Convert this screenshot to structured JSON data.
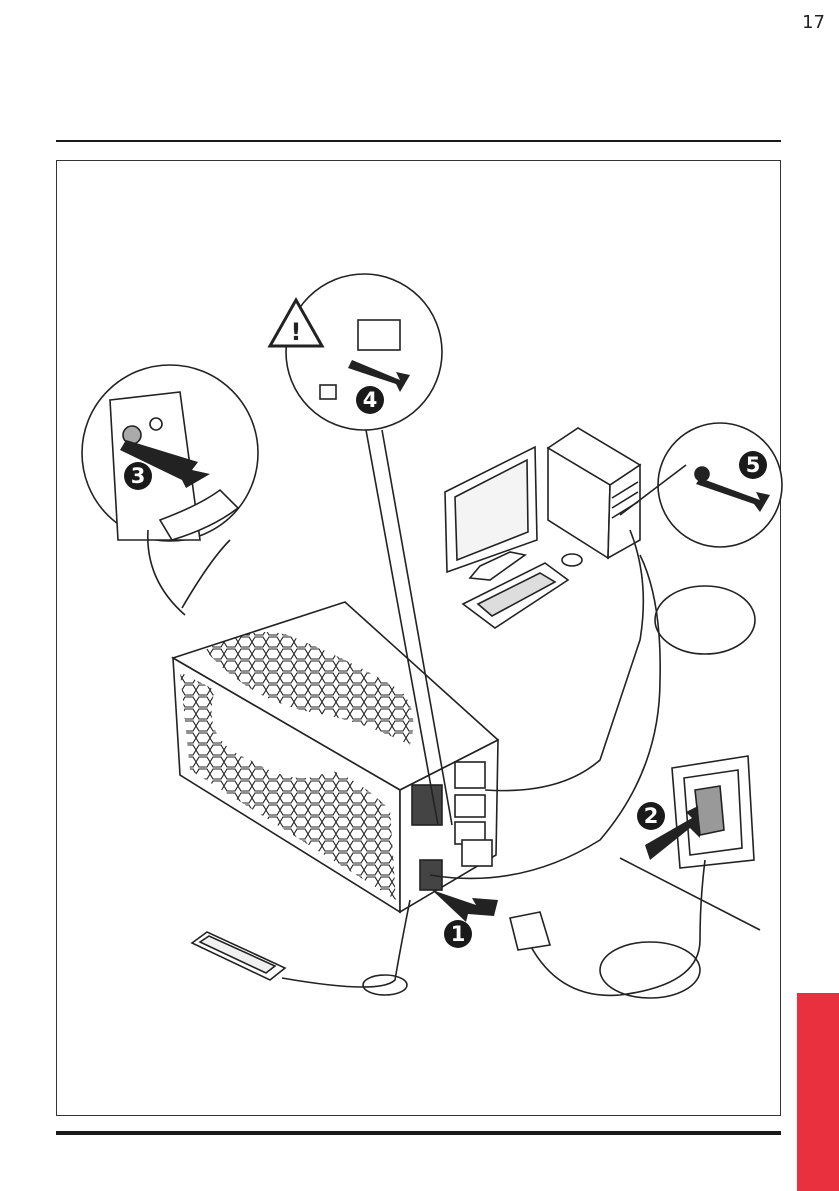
{
  "page": {
    "number": "17"
  },
  "side_tab": {
    "color": "#e8303f"
  },
  "figure": {
    "steps": [
      {
        "id": "1",
        "label": "1"
      },
      {
        "id": "2",
        "label": "2"
      },
      {
        "id": "3",
        "label": "3"
      },
      {
        "id": "4",
        "label": "4"
      },
      {
        "id": "5",
        "label": "5"
      }
    ]
  }
}
